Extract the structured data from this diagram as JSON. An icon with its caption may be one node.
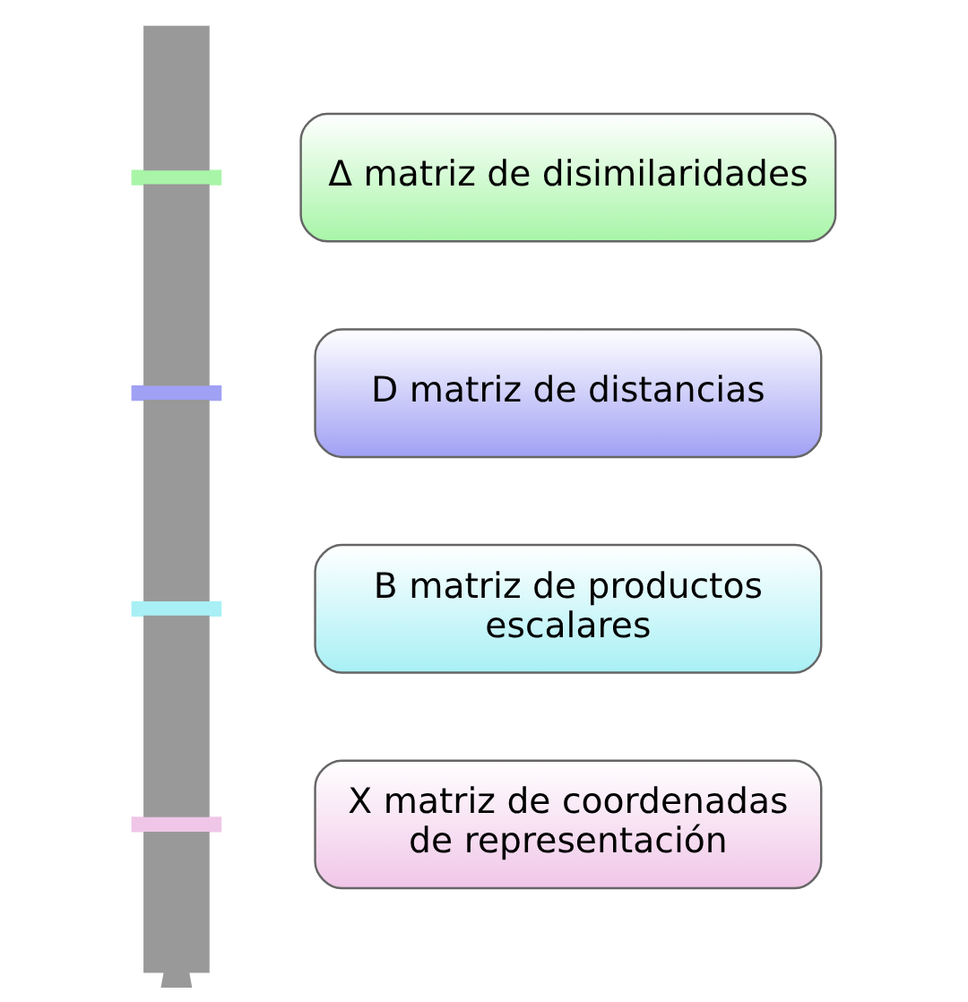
{
  "diagram": {
    "nodes": [
      {
        "text": [
          "Δ matriz de disimilaridades"
        ]
      },
      {
        "text": [
          "D matriz de distancias"
        ]
      },
      {
        "text": [
          "B matriz de productos escalares"
        ]
      },
      {
        "text": [
          "X matriz de coordenadas de representación"
        ]
      }
    ]
  }
}
